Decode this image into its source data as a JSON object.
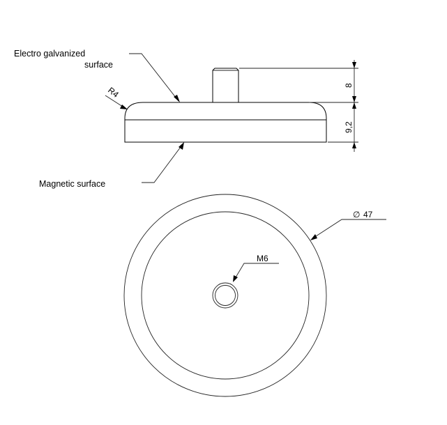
{
  "drawing": {
    "type": "technical drawing - pot magnet with threaded stud",
    "views": [
      "side-view",
      "top-view"
    ],
    "line_color": "#000000",
    "background": "#ffffff"
  },
  "annotations": {
    "surface_top_line1": "Electro galvanized",
    "surface_top_line2": "surface",
    "magnetic_surface": "Magnetic surface",
    "radius": "R4"
  },
  "dimensions": {
    "stud_height": "8",
    "body_height": "9,2",
    "diameter_symbol": "∅",
    "diameter_value": "47",
    "thread": "M6"
  }
}
